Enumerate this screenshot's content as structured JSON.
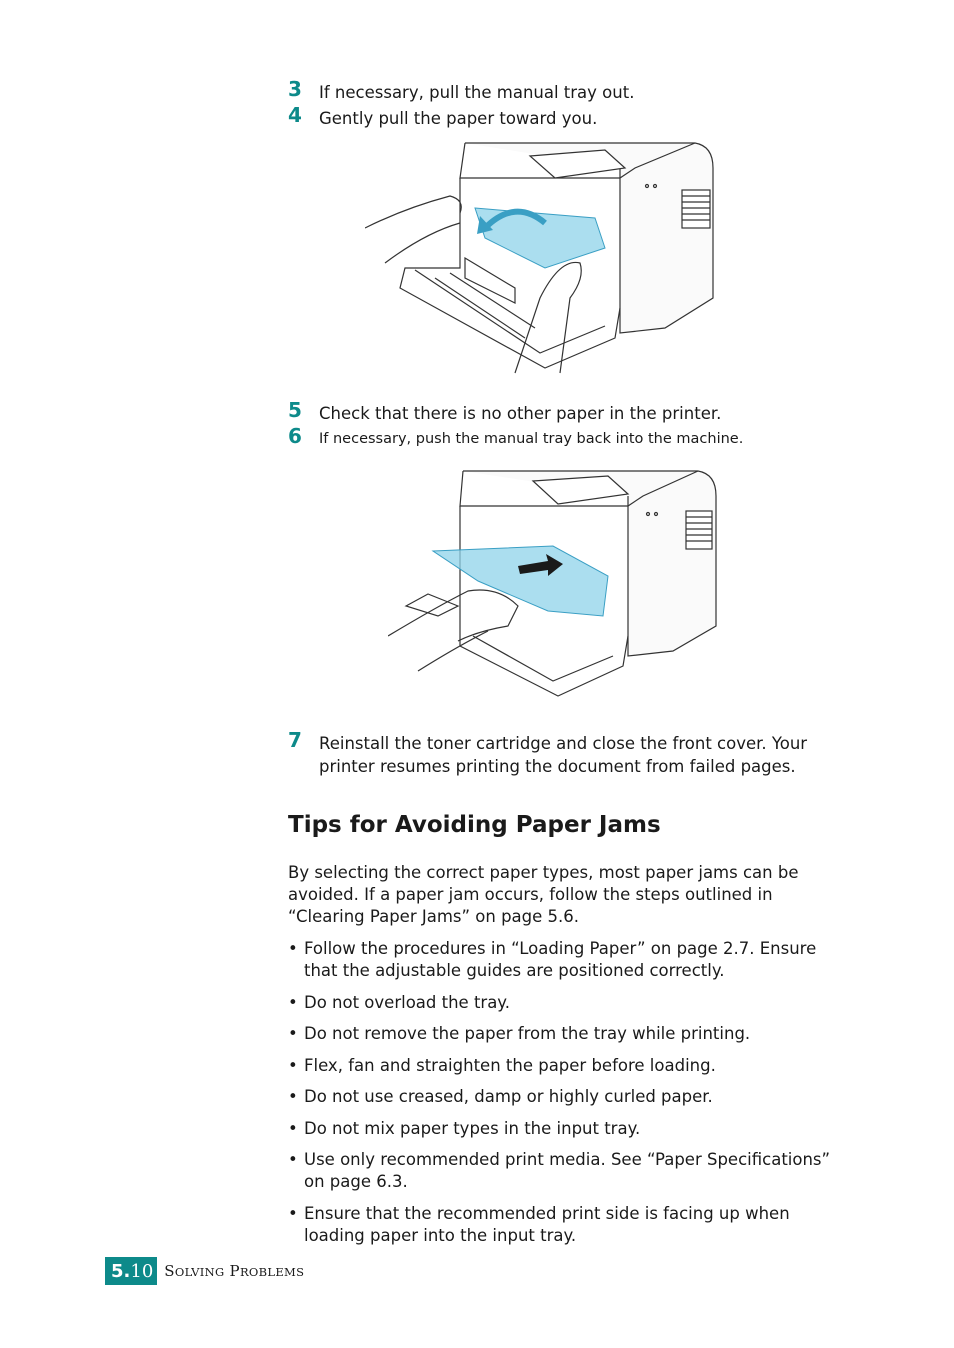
{
  "steps": [
    {
      "num": "3",
      "text": "If necessary, pull the manual tray out."
    },
    {
      "num": "4",
      "text": "Gently pull the paper toward you."
    },
    {
      "num": "5",
      "text": "Check that there is no other paper in the printer."
    },
    {
      "num": "6",
      "text": "If necessary, push the manual tray back into the machine."
    },
    {
      "num": "7",
      "text": "Reinstall the toner cartridge and close the front cover. Your printer resumes printing the document from failed pages."
    }
  ],
  "section": {
    "heading": "Tips for Avoiding Paper Jams",
    "intro": "By selecting the correct paper types, most paper jams can be avoided. If a paper jam occurs, follow the steps outlined in “Clearing Paper Jams” on page 5.6.",
    "bullet_char": "•",
    "bullets": [
      "Follow the procedures in “Loading Paper” on page 2.7. Ensure that the adjustable guides are positioned correctly.",
      "Do not overload the tray.",
      "Do not remove the paper from the tray while printing.",
      "Flex, fan and straighten the paper before loading.",
      "Do not use creased, damp or highly curled paper.",
      "Do not mix paper types in the input tray.",
      "Use only recommended print media. See “Paper Specifications” on page 6.3.",
      "Ensure that the recommended print side is facing up when loading paper into the input tray."
    ]
  },
  "footer": {
    "chapter": "5.",
    "page": "10",
    "title_first_1": "S",
    "title_rest_1": "OLVING",
    "title_first_2": "P",
    "title_rest_2": "ROBLEMS"
  },
  "colors": {
    "accent": "#0d8a8a",
    "highlight": "#8fd3ea"
  }
}
